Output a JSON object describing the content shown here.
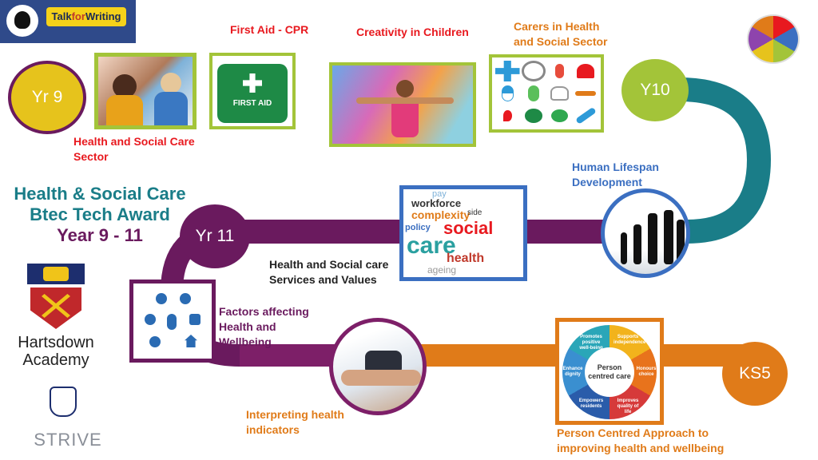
{
  "header": {
    "logo_text_1": "Talk",
    "logo_text_2": "for",
    "logo_text_3": "Writing"
  },
  "title": {
    "line1": "Health & Social Care",
    "line2": "Btec Tech Award",
    "line3": "Year 9 - 11"
  },
  "milestones": {
    "yr9": "Yr 9",
    "y10": "Y10",
    "yr11": "Yr 11",
    "ks5": "KS5"
  },
  "topics": {
    "hsc_sector": "Health and Social Care Sector",
    "first_aid": "First Aid - CPR",
    "first_aid_bag_label": "FIRST AID",
    "creativity": "Creativity in Children",
    "carers": "Carers in Health and Social Sector",
    "lifespan": "Human Lifespan Development",
    "services": "Health and Social care Services and Values",
    "factors": "Factors affecting Health and Wellbeing",
    "interpreting": "Interpreting health indicators",
    "person_centred": "Person Centred Approach to improving health and wellbeing"
  },
  "wordcloud": {
    "w1": "workforce",
    "w2": "complexity",
    "w3": "social",
    "w4": "care",
    "w5": "health",
    "w6": "policy",
    "w7": "ageing",
    "w8": "pay",
    "w9": "side"
  },
  "person_centred_wheel": {
    "center": "Person centred care",
    "segments": [
      "Supports independence",
      "Honours choice",
      "Improves quality of life",
      "Empowers residents",
      "Enhance dignity",
      "Promotes positive well-being"
    ]
  },
  "school": {
    "name_line1": "Hartsdown",
    "name_line2": "Academy",
    "motto": "STRIVE"
  },
  "colors": {
    "yellow": "#e6c31c",
    "teal": "#1a7d88",
    "purple": "#6a1a5e",
    "red": "#e8191f",
    "orange": "#e07b19",
    "green": "#a3c439",
    "blue": "#3b6fc1"
  }
}
